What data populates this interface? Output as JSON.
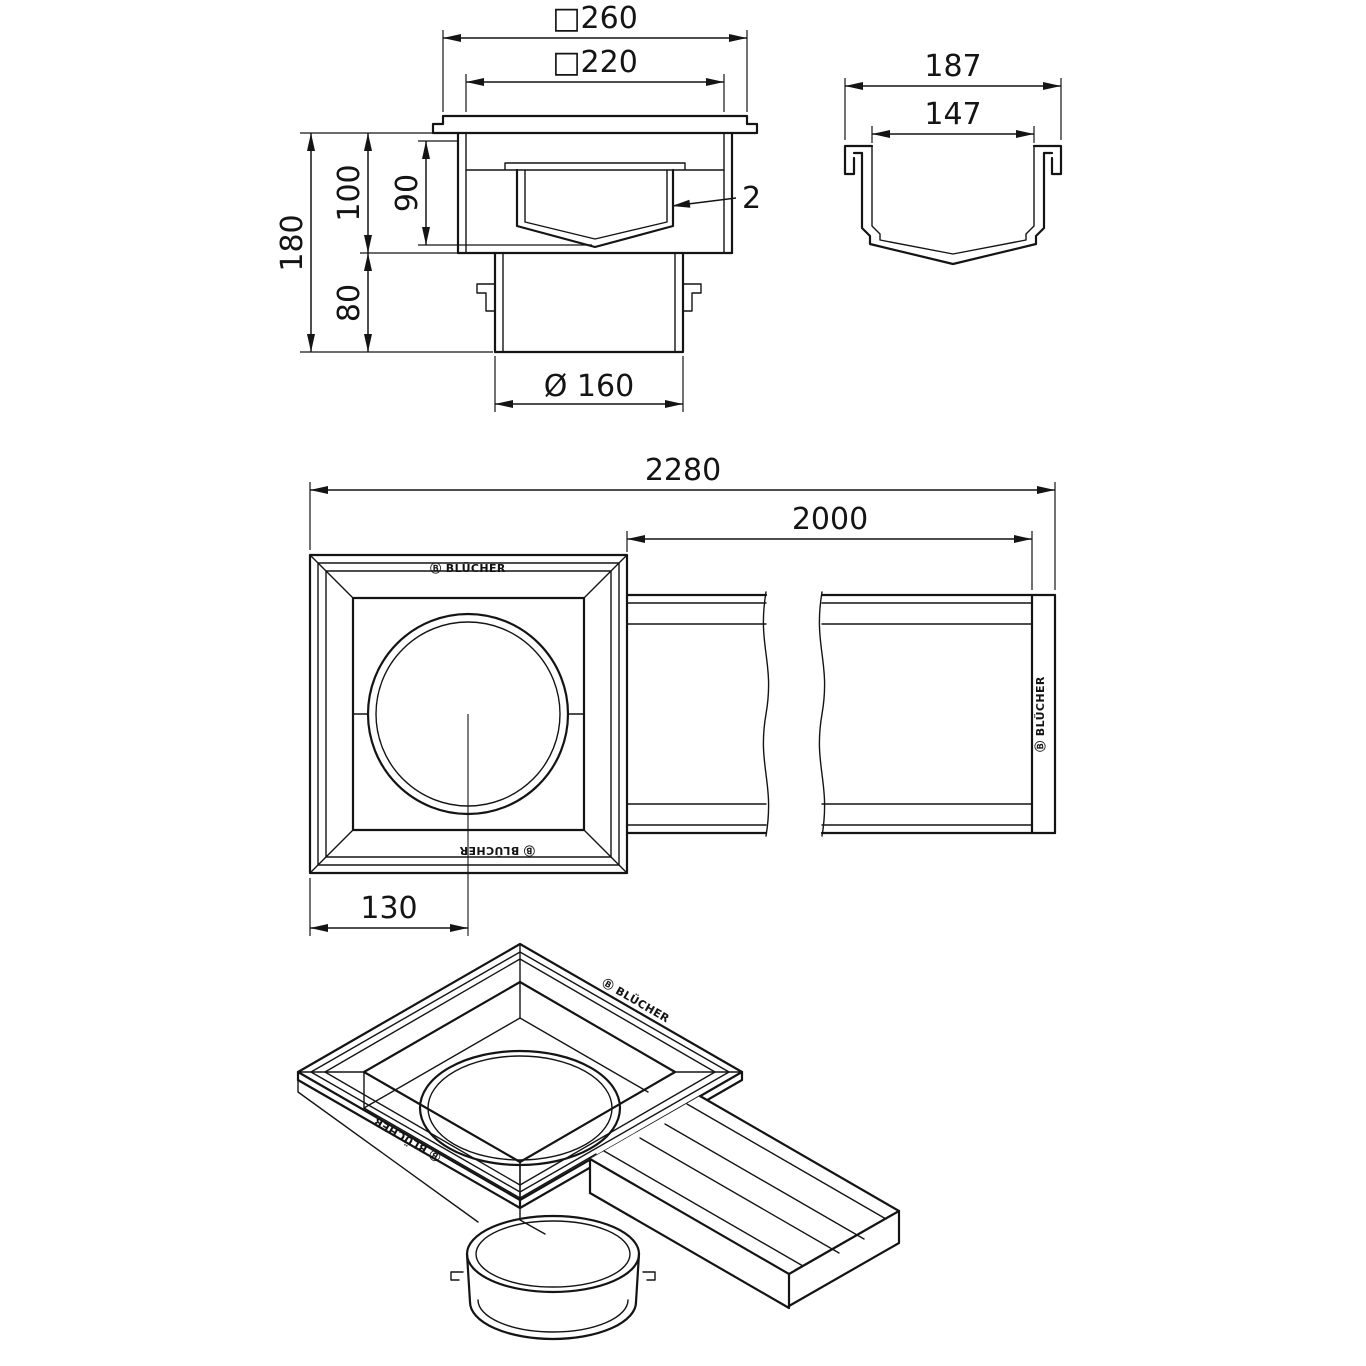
{
  "brand": "Ⓑ BLÜCHER",
  "front": {
    "outer_square": "□260",
    "inner_square": "□220",
    "height_total": "180",
    "height_upper": "100",
    "basket_depth": "90",
    "height_lower": "80",
    "wall_thickness": "2",
    "outlet_dia": "Ø 160"
  },
  "section": {
    "outer_width": "187",
    "inner_width": "147"
  },
  "plan": {
    "total_length": "2280",
    "channel_length": "2000",
    "center_offset": "130"
  }
}
